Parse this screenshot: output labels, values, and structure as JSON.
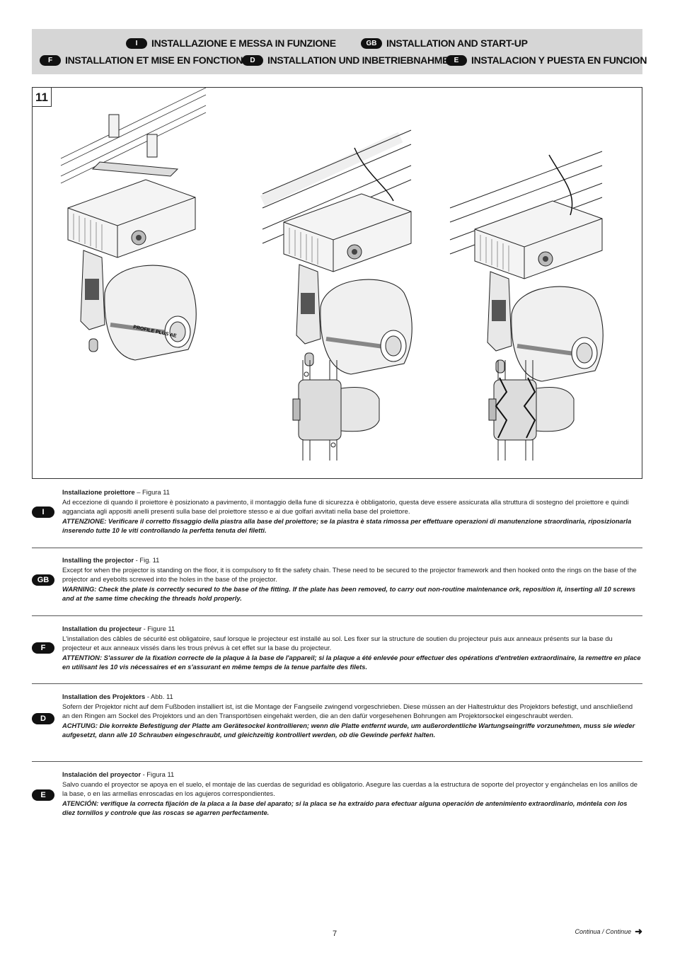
{
  "header": {
    "row1": [
      {
        "code": "I",
        "title": "INSTALLAZIONE E MESSA IN FUNZIONE"
      },
      {
        "code": "GB",
        "title": "INSTALLATION AND START-UP"
      }
    ],
    "row2": [
      {
        "code": "F",
        "title": "INSTALLATION ET MISE EN FONCTION"
      },
      {
        "code": "D",
        "title": "INSTALLATION UND INBETRIEBNAHME"
      },
      {
        "code": "E",
        "title": "INSTALACION Y PUESTA EN FUNCION"
      }
    ]
  },
  "figure": {
    "number": "11",
    "product_label": "PROFILE PLUS AE"
  },
  "sections": [
    {
      "code": "I",
      "title": "Installazione proiettore",
      "ref": " – Figura 11",
      "body": "Ad eccezione di quando il proiettore è posizionato a pavimento, il montaggio della fune di sicurezza è obbligatorio, questa deve essere assicurata alla struttura di sostegno del proiettore e quindi agganciata agli appositi anelli presenti sulla base del proiettore stesso e ai due golfari avvitati nella base del proiettore.",
      "warning": "ATTENZIONE: Verificare il corretto fissaggio della piastra alla base del proiettore; se la piastra è stata rimossa per effettuare operazioni di manutenzione straordinaria, riposizionarla inserendo tutte 10 le viti controllando la perfetta tenuta dei filetti."
    },
    {
      "code": "GB",
      "title": "Installing the projector",
      "ref": " - Fig. 11",
      "body": "Except for when the projector is standing on the floor, it is compulsory to fit the safety chain. These need to be secured to the projector framework and then hooked onto the rings on the base of the projector and eyebolts screwed into the holes in the base of the projector.",
      "warning": "WARNING: Check the plate is correctly secured to the base of the fitting. If the plate has been removed, to carry out non-routine maintenance ork, reposition it, inserting all 10 screws and at the same time checking the threads hold properly."
    },
    {
      "code": "F",
      "title": "Installation du projecteur",
      "ref": " - Figure 11",
      "body": "L'installation des câbles de sécurité est obligatoire, sauf lorsque le projecteur est installé au sol. Les fixer sur la structure de soutien du projecteur puis aux anneaux présents sur la base du projecteur et aux anneaux vissés dans les trous prévus à cet effet sur la base du projecteur.",
      "warning": "ATTENTION: S'assurer de la fixation correcte de la plaque à la base de l'appareil; si la plaque a été enlevée pour effectuer des opérations d'entretien extraordinaire, la remettre en place en utilisant les 10 vis nécessaires et en s'assurant en même temps de la tenue parfaite des filets."
    },
    {
      "code": "D",
      "title": "Installation des Projektors",
      "ref": " - Abb. 11",
      "body": "Sofern der Projektor nicht auf dem Fußboden installiert ist, ist die Montage der Fangseile zwingend vorgeschrieben. Diese müssen an der Haltestruktur des Projektors befestigt, und anschließend an den Ringen am Sockel des Projektors und an den Transportösen eingehakt werden, die an den dafür vorgesehenen Bohrungen am Projektorsockel eingeschraubt werden.",
      "warning": "ACHTUNG: Die korrekte Befestigung der Platte am Gerätesockel kontrollieren; wenn die Platte entfernt wurde, um außerordentliche Wartungseingriffe vorzunehmen, muss sie wieder aufgesetzt, dann alle 10 Schrauben eingeschraubt, und gleichzeitig kontrolliert werden, ob die Gewinde perfekt halten."
    },
    {
      "code": "E",
      "title": "Instalación del proyector",
      "ref": " - Figura 11",
      "body": "Salvo cuando el proyector se apoya en el suelo, el montaje de las cuerdas de seguridad es obligatorio. Asegure las cuerdas a la estructura de soporte del proyector y engánchelas en los anillos de la base, o en las armellas enroscadas en los agujeros correspondientes.",
      "warning": "ATENCIÓN: verifique la correcta fijación de la placa a la base del aparato; si la placa se ha extraído para efectuar alguna operación de antenimiento extraordinario, móntela con los diez tornillos y controle que las roscas se agarren perfectamente."
    }
  ],
  "footer": {
    "page_number": "7",
    "continue_label": "Continua / Continue",
    "continue_icon": "arrow-right-icon"
  }
}
